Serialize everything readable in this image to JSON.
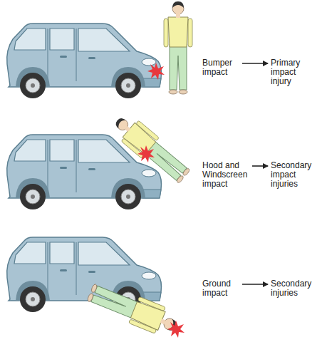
{
  "diagram": {
    "nodes": [
      {
        "text": [
          "Bumper impact"
        ]
      },
      {
        "text": [
          "Primary impact injury"
        ]
      },
      {
        "text": [
          "Hood and Windscreen impact"
        ]
      },
      {
        "text": [
          "Secondary impact injuries"
        ]
      },
      {
        "text": [
          "Ground impact"
        ]
      },
      {
        "text": [
          "Secondary injuries"
        ]
      }
    ],
    "edges": [
      {
        "from": 0,
        "to": 1,
        "arrow": "to"
      },
      {
        "from": 2,
        "to": 3,
        "arrow": "to"
      },
      {
        "from": 4,
        "to": 5,
        "arrow": "to"
      }
    ]
  }
}
